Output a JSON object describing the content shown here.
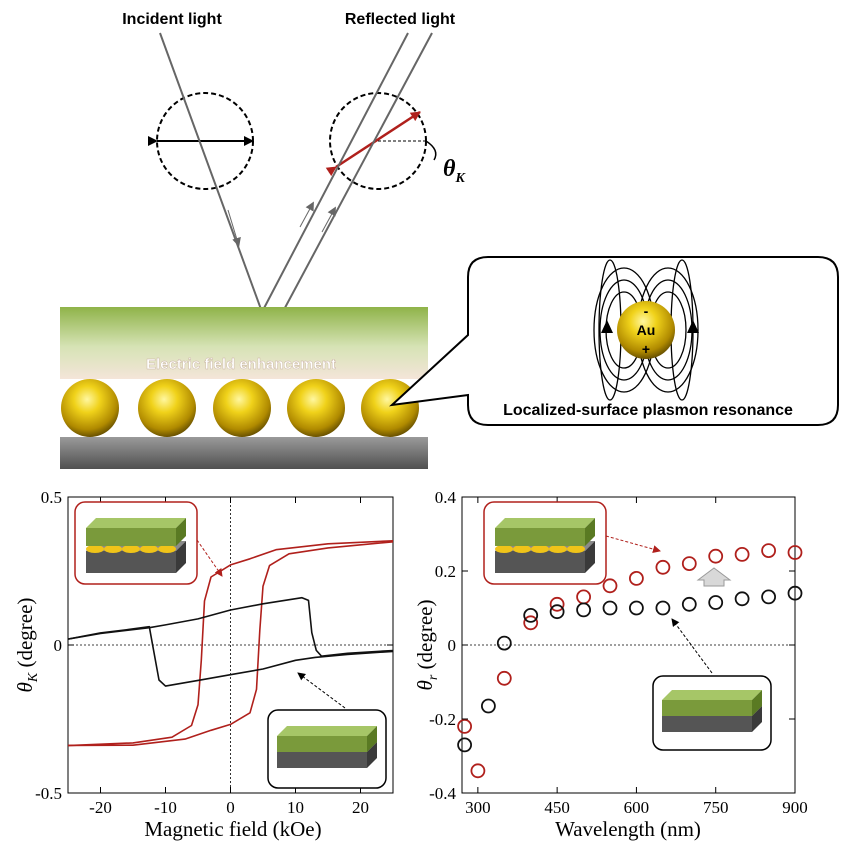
{
  "diagram": {
    "incident_label": "Incident light",
    "reflected_label": "Reflected light",
    "theta_k_symbol": "θ",
    "theta_k_sub": "K",
    "enhancement_label": "Electric field enhancement",
    "callout_label": "Localized-surface plasmon resonance",
    "au_label": "Au",
    "minus_sign": "-",
    "plus_sign": "+"
  },
  "chart_data": [
    {
      "type": "line",
      "xlabel": "Magnetic field (kOe)",
      "ylabel_symbol": "θ",
      "ylabel_sub": "K",
      "ylabel_unit": " (degree)",
      "xlim": [
        -25,
        25
      ],
      "ylim": [
        -0.5,
        0.5
      ],
      "xticks": [
        -20,
        -10,
        0,
        10,
        20
      ],
      "yticks": [
        -0.5,
        0,
        0.5
      ],
      "ytick_labels": [
        "-0.5",
        "0",
        "0.5"
      ],
      "grid": false,
      "series": [
        {
          "color": "#b0201c",
          "upper_branch": [
            [
              -25,
              -0.34
            ],
            [
              -15,
              -0.33
            ],
            [
              -9,
              -0.31
            ],
            [
              -6,
              -0.27
            ],
            [
              -5,
              -0.2
            ],
            [
              -4.5,
              -0.05
            ],
            [
              -4,
              0.15
            ],
            [
              -3,
              0.23
            ],
            [
              0,
              0.27
            ],
            [
              3,
              0.29
            ],
            [
              7,
              0.32
            ],
            [
              15,
              0.34
            ],
            [
              25,
              0.35
            ]
          ],
          "lower_branch": [
            [
              25,
              0.35
            ],
            [
              15,
              0.33
            ],
            [
              9,
              0.31
            ],
            [
              6,
              0.27
            ],
            [
              5,
              0.2
            ],
            [
              4.5,
              0.05
            ],
            [
              4,
              -0.15
            ],
            [
              3,
              -0.23
            ],
            [
              0,
              -0.27
            ],
            [
              -3,
              -0.29
            ],
            [
              -7,
              -0.32
            ],
            [
              -15,
              -0.34
            ],
            [
              -25,
              -0.34
            ]
          ]
        },
        {
          "color": "#111111",
          "upper_branch": [
            [
              -25,
              0.02
            ],
            [
              -20,
              0.04
            ],
            [
              -16,
              0.05
            ],
            [
              -12.5,
              0.06
            ],
            [
              -12,
              0.0
            ],
            [
              -11,
              -0.12
            ],
            [
              -10,
              -0.14
            ],
            [
              -5,
              -0.12
            ],
            [
              0,
              -0.1
            ],
            [
              5,
              -0.08
            ],
            [
              10,
              -0.05
            ],
            [
              13,
              -0.04
            ],
            [
              18,
              -0.03
            ],
            [
              25,
              -0.02
            ]
          ],
          "lower_branch": [
            [
              25,
              -0.02
            ],
            [
              18,
              -0.03
            ],
            [
              14,
              -0.04
            ],
            [
              13.2,
              -0.02
            ],
            [
              12.5,
              0.04
            ],
            [
              12,
              0.15
            ],
            [
              11,
              0.16
            ],
            [
              5,
              0.14
            ],
            [
              0,
              0.12
            ],
            [
              -5,
              0.09
            ],
            [
              -10,
              0.07
            ],
            [
              -12.5,
              0.06
            ],
            [
              -20,
              0.04
            ],
            [
              -25,
              0.02
            ]
          ]
        }
      ]
    },
    {
      "type": "scatter",
      "xlabel": "Wavelength (nm)",
      "ylabel_symbol": "θ",
      "ylabel_sub": "r",
      "ylabel_unit": " (degree)",
      "xlim": [
        270,
        900
      ],
      "ylim": [
        -0.4,
        0.4
      ],
      "xticks": [
        300,
        450,
        600,
        750,
        900
      ],
      "yticks": [
        -0.4,
        -0.2,
        0,
        0.2,
        0.4
      ],
      "ytick_labels": [
        "-0.4",
        "-0.2",
        "0",
        "0.2",
        "0.4"
      ],
      "grid": false,
      "series": [
        {
          "color": "#b0201c",
          "x": [
            275,
            300,
            350,
            400,
            450,
            500,
            550,
            600,
            650,
            700,
            750,
            800,
            850,
            900
          ],
          "y": [
            -0.22,
            -0.34,
            -0.09,
            0.06,
            0.11,
            0.13,
            0.16,
            0.18,
            0.21,
            0.22,
            0.24,
            0.245,
            0.255,
            0.25
          ]
        },
        {
          "color": "#111111",
          "x": [
            275,
            320,
            350,
            400,
            450,
            500,
            550,
            600,
            650,
            700,
            750,
            800,
            850,
            900
          ],
          "y": [
            -0.27,
            -0.165,
            0.005,
            0.08,
            0.09,
            0.095,
            0.1,
            0.1,
            0.1,
            0.11,
            0.115,
            0.125,
            0.13,
            0.14
          ]
        }
      ]
    }
  ]
}
